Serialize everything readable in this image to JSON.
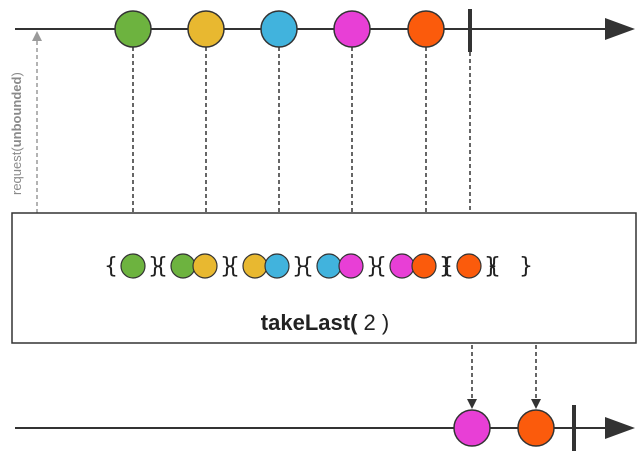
{
  "operator": {
    "name": "takeLast(",
    "arg": " 2 )"
  },
  "request_label": {
    "prefix": "request(",
    "value": "unbounded",
    "suffix": ")"
  },
  "colors": {
    "green": "#6db33f",
    "yellow": "#e8b830",
    "blue": "#41b3dd",
    "magenta": "#e83fd6",
    "orange": "#fb5b0c",
    "line": "#333333",
    "dashed": "#9a9a9a"
  },
  "source_items": [
    "green",
    "yellow",
    "blue",
    "magenta",
    "orange"
  ],
  "buffer_states": [
    [
      "green"
    ],
    [
      "green",
      "yellow"
    ],
    [
      "yellow",
      "blue"
    ],
    [
      "blue",
      "magenta"
    ],
    [
      "magenta",
      "orange"
    ],
    [
      "orange"
    ],
    []
  ],
  "buffer_open": "{",
  "buffer_close": "}",
  "output_items": [
    "magenta",
    "orange"
  ]
}
